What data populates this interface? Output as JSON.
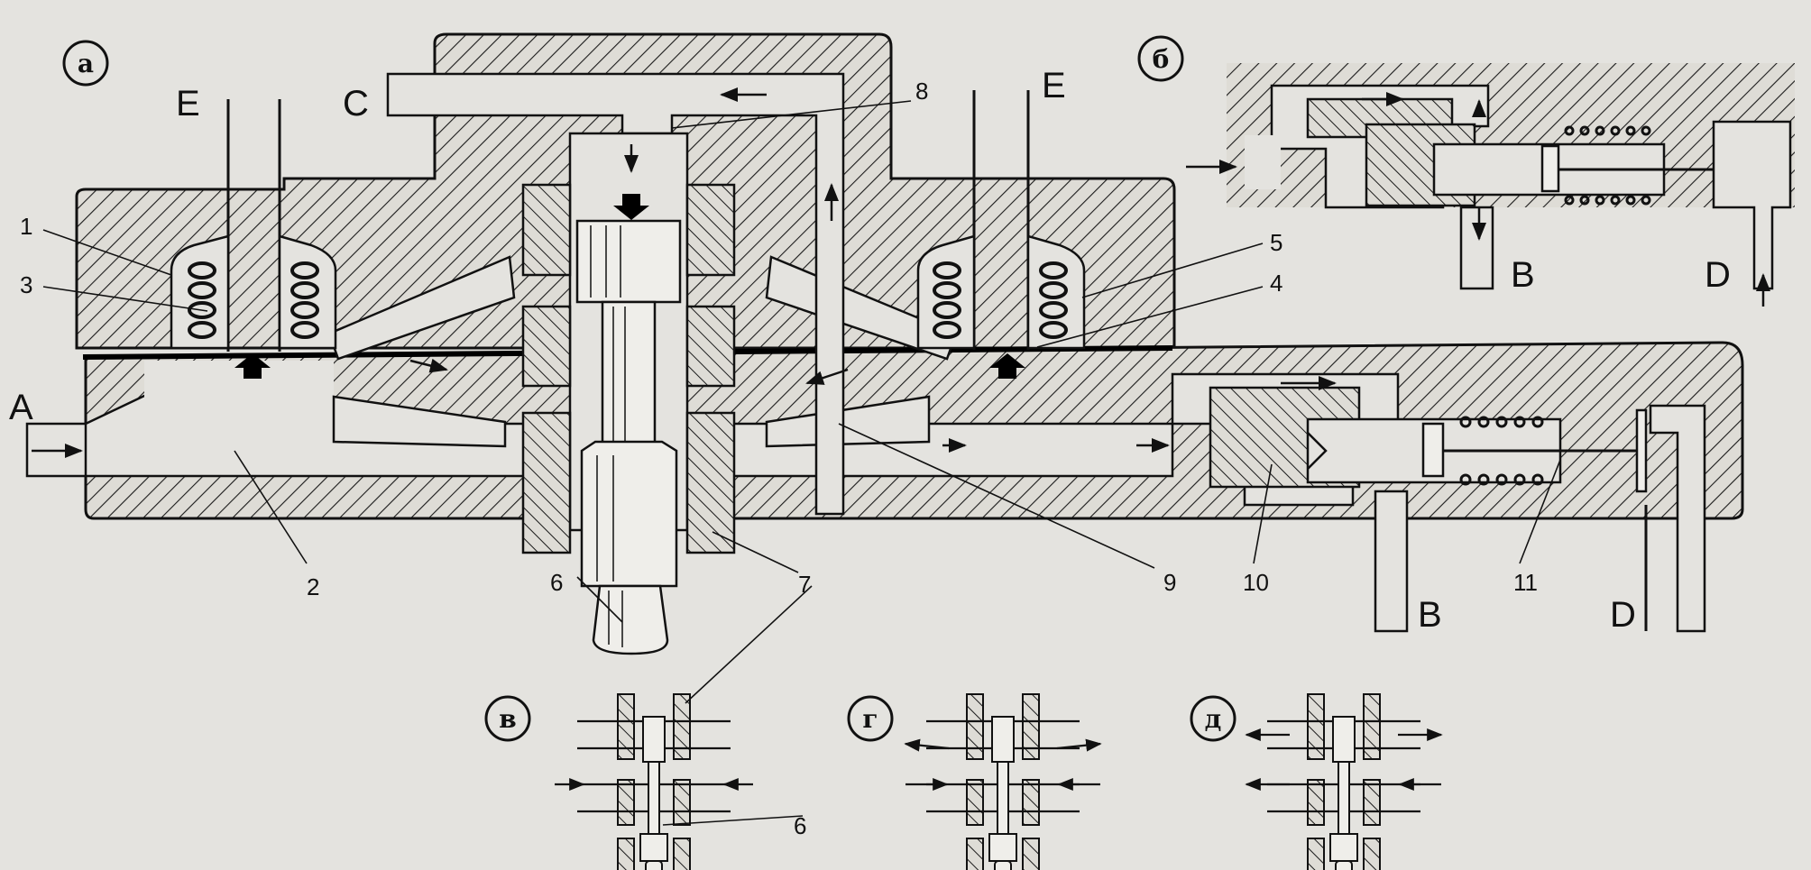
{
  "panels": [
    {
      "id": "a",
      "label": "а"
    },
    {
      "id": "b",
      "label": "б"
    },
    {
      "id": "v",
      "label": "в"
    },
    {
      "id": "g",
      "label": "г"
    },
    {
      "id": "d",
      "label": "д"
    }
  ],
  "ports": {
    "A": "A",
    "C": "C",
    "E_left": "E",
    "E_right": "E",
    "B_main": "B",
    "D_main": "D",
    "B_inset": "B",
    "D_inset": "D"
  },
  "callouts": {
    "n1": "1",
    "n2": "2",
    "n3": "3",
    "n4": "4",
    "n5": "5",
    "n6": "6",
    "n7": "7",
    "n8": "8",
    "n9": "9",
    "n10": "10",
    "n11": "11",
    "n6b": "6",
    "n7b": "7"
  },
  "colors": {
    "background": "#e4e3df",
    "ink": "#111111",
    "body_fill": "#d7d6d1"
  }
}
